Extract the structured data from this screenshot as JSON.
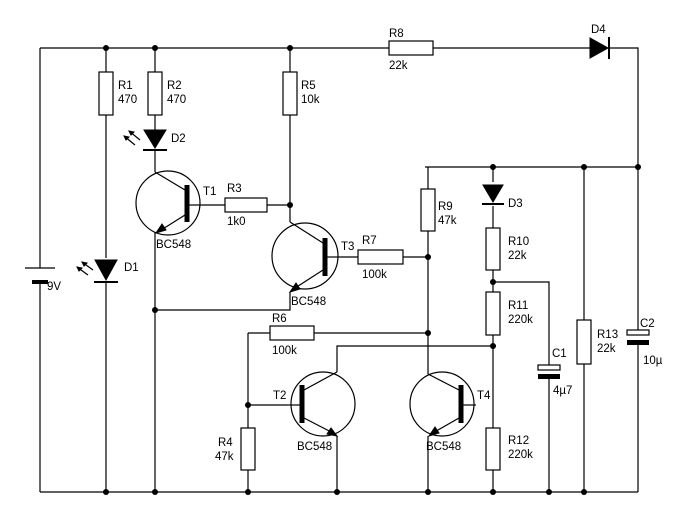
{
  "components": {
    "R1": {
      "name": "R1",
      "value": "470"
    },
    "R2": {
      "name": "R2",
      "value": "470"
    },
    "R3": {
      "name": "R3",
      "value": "1k0"
    },
    "R4": {
      "name": "R4",
      "value": "47k"
    },
    "R5": {
      "name": "R5",
      "value": "10k"
    },
    "R6": {
      "name": "R6",
      "value": "100k"
    },
    "R7": {
      "name": "R7",
      "value": "100k"
    },
    "R8": {
      "name": "R8",
      "value": "22k"
    },
    "R9": {
      "name": "R9",
      "value": "47k"
    },
    "R10": {
      "name": "R10",
      "value": "22k"
    },
    "R11": {
      "name": "R11",
      "value": "220k"
    },
    "R12": {
      "name": "R12",
      "value": "220k"
    },
    "R13": {
      "name": "R13",
      "value": "22k"
    },
    "C1": {
      "name": "C1",
      "value": "4µ7"
    },
    "C2": {
      "name": "C2",
      "value": "10µ"
    },
    "D1": {
      "name": "D1"
    },
    "D2": {
      "name": "D2"
    },
    "D3": {
      "name": "D3"
    },
    "D4": {
      "name": "D4"
    },
    "T1": {
      "name": "T1",
      "type": "BC548"
    },
    "T2": {
      "name": "T2",
      "type": "BC548"
    },
    "T3": {
      "name": "T3",
      "type": "BC548"
    },
    "T4": {
      "name": "T4",
      "type": "BC548"
    },
    "battery": {
      "value": "9V"
    }
  }
}
